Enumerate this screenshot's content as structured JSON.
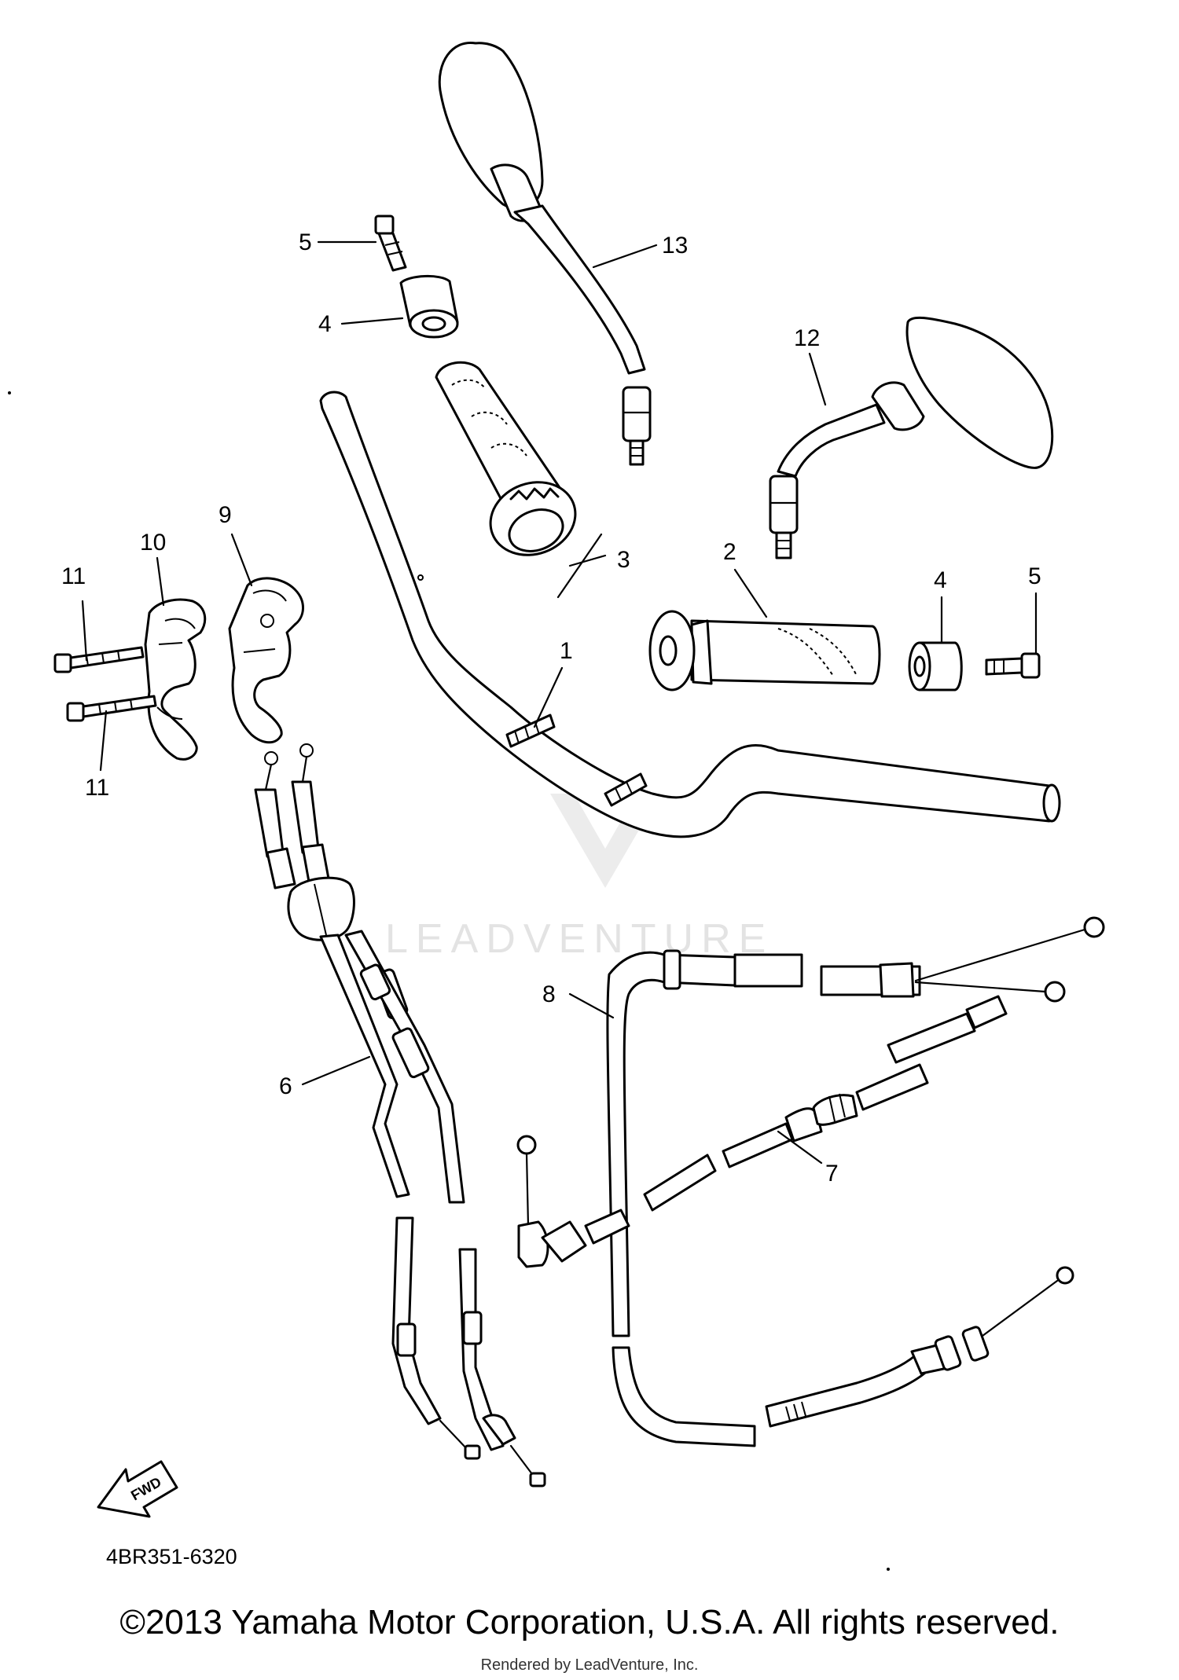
{
  "watermark": "LEADVENTURE",
  "part_code": "4BR351-6320",
  "fwd_label": "FWD",
  "copyright": "©2013 Yamaha Motor Corporation, U.S.A. All rights reserved.",
  "rendered_by": "Rendered by LeadVenture, Inc.",
  "callouts": {
    "c1": "1",
    "c2": "2",
    "c3": "3",
    "c4a": "4",
    "c4b": "4",
    "c5a": "5",
    "c5b": "5",
    "c6": "6",
    "c7": "7",
    "c8": "8",
    "c9": "9",
    "c10": "10",
    "c11a": "11",
    "c11b": "11",
    "c12": "12",
    "c13": "13"
  }
}
